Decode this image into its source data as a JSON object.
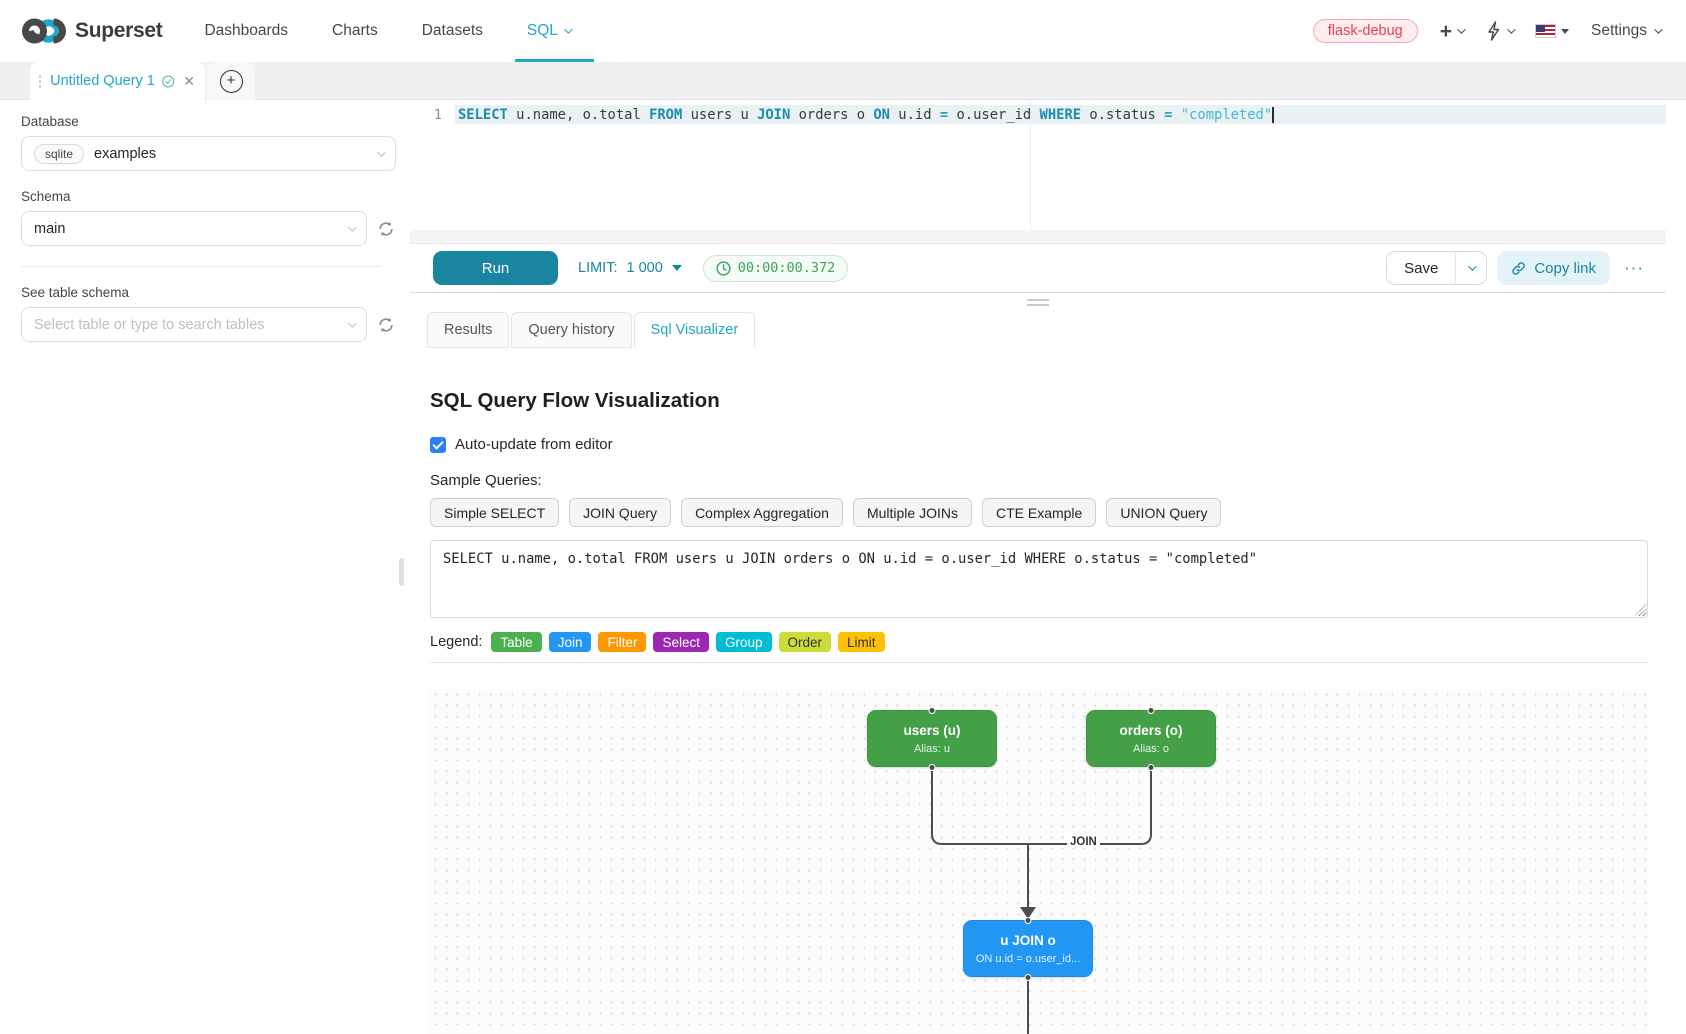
{
  "navbar": {
    "brand": "Superset",
    "items": [
      {
        "label": "Dashboards"
      },
      {
        "label": "Charts"
      },
      {
        "label": "Datasets"
      },
      {
        "label": "SQL"
      }
    ],
    "env_badge": "flask-debug",
    "settings_label": "Settings"
  },
  "tabbar": {
    "tab_title": "Untitled Query 1",
    "close_glyph": "✕"
  },
  "sidebar": {
    "database_label": "Database",
    "database_engine": "sqlite",
    "database_value": "examples",
    "schema_label": "Schema",
    "schema_value": "main",
    "table_label": "See table schema",
    "table_placeholder": "Select table or type to search tables"
  },
  "editor": {
    "line_number": "1",
    "tokens": [
      {
        "t": "SELECT",
        "c": "kw"
      },
      {
        "t": " u.name, o.total ",
        "c": "pl"
      },
      {
        "t": "FROM",
        "c": "kw"
      },
      {
        "t": " users u ",
        "c": "pl"
      },
      {
        "t": "JOIN",
        "c": "kw"
      },
      {
        "t": " orders o ",
        "c": "pl"
      },
      {
        "t": "ON",
        "c": "kw"
      },
      {
        "t": " u.id ",
        "c": "pl"
      },
      {
        "t": "=",
        "c": "op"
      },
      {
        "t": " o.user_id ",
        "c": "pl"
      },
      {
        "t": "WHERE",
        "c": "kw"
      },
      {
        "t": " o.status ",
        "c": "pl"
      },
      {
        "t": "=",
        "c": "op"
      },
      {
        "t": " ",
        "c": "pl"
      },
      {
        "t": "\"completed\"",
        "c": "str"
      }
    ]
  },
  "toolbar": {
    "run_label": "Run",
    "limit_label": "LIMIT:",
    "limit_value": "1 000",
    "timer": "00:00:00.372",
    "save_label": "Save",
    "copy_link_label": "Copy link",
    "more_label": "···"
  },
  "south_tabs": [
    {
      "label": "Results"
    },
    {
      "label": "Query history"
    },
    {
      "label": "Sql Visualizer"
    }
  ],
  "visualizer": {
    "title": "SQL Query Flow Visualization",
    "auto_update_label": "Auto-update from editor",
    "sample_queries_label": "Sample Queries:",
    "sample_buttons": [
      {
        "label": "Simple SELECT"
      },
      {
        "label": "JOIN Query"
      },
      {
        "label": "Complex Aggregation"
      },
      {
        "label": "Multiple JOINs"
      },
      {
        "label": "CTE Example"
      },
      {
        "label": "UNION Query"
      }
    ],
    "query_text": "SELECT u.name, o.total FROM users u JOIN orders o ON u.id = o.user_id WHERE o.status = \"completed\"",
    "legend_label": "Legend:",
    "legend_items": [
      {
        "label": "Table",
        "color": "#4CAF50",
        "text": "#ffffff"
      },
      {
        "label": "Join",
        "color": "#2196F3",
        "text": "#ffffff"
      },
      {
        "label": "Filter",
        "color": "#FF9800",
        "text": "#ffffff"
      },
      {
        "label": "Select",
        "color": "#9C27B0",
        "text": "#ffffff"
      },
      {
        "label": "Group",
        "color": "#00BCD4",
        "text": "#ffffff"
      },
      {
        "label": "Order",
        "color": "#CDDC39",
        "text": "#333333"
      },
      {
        "label": "Limit",
        "color": "#FFC107",
        "text": "#333333"
      }
    ],
    "flow": {
      "nodes": [
        {
          "title": "users (u)",
          "subtitle": "Alias: u",
          "color": "#43A047",
          "border": "#3B9440"
        },
        {
          "title": "orders (o)",
          "subtitle": "Alias: o",
          "color": "#43A047",
          "border": "#3B9440"
        },
        {
          "title": "u JOIN o",
          "subtitle": "ON u.id = o.user_id...",
          "color": "#2196F3",
          "border": "#1E88E5"
        }
      ],
      "edge_label": "JOIN",
      "edge_color": "#4D4D4D"
    }
  }
}
